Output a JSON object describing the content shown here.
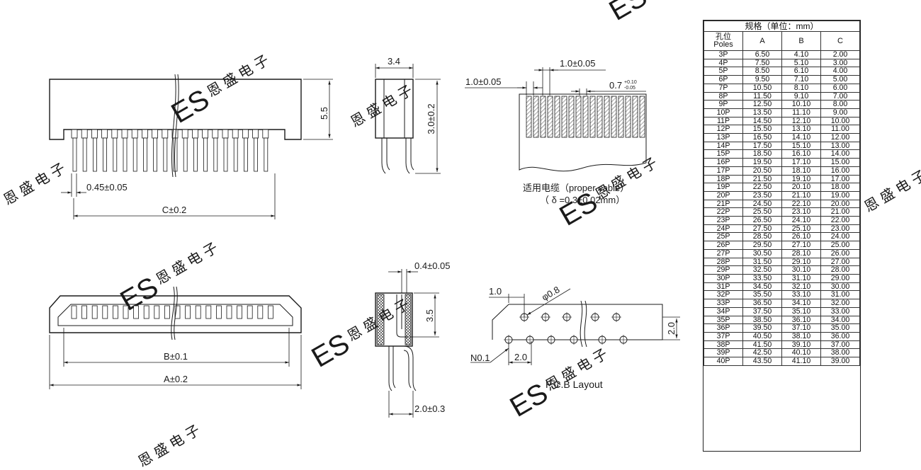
{
  "labels": {
    "dim_55": "5.5",
    "dim_045": "0.45±0.05",
    "dim_c": "C±0.2",
    "dim_34": "3.4",
    "dim_30": "3.0±0.2",
    "dim_10a": "1.0±0.05",
    "dim_10b": "1.0±0.05",
    "dim_07": "0.7",
    "dim_07_sup": "+0.10",
    "dim_07_sub": "-0.05",
    "cable_cn": "适用电缆（proper cable）",
    "cable_delta": "（ δ =0.3±0.02mm）",
    "dim_04": "0.4±0.05",
    "dim_35": "3.5",
    "dim_20_03": "2.0±0.3",
    "dim_b": "B±0.1",
    "dim_a": "A±0.2",
    "pcb_10": "1.0",
    "pcb_phi": "φ0.8",
    "pcb_20v": "2.0",
    "pcb_20h": "2.0",
    "pcb_n01": "N0.1",
    "pcb_title": "P.C.B Layout"
  },
  "watermark": {
    "es": "ES",
    "cn": "恩 盛 电 子"
  },
  "spec_table": {
    "title": "规格（单位：mm）",
    "header_cn": "孔位",
    "header_en": "Poles",
    "columns": [
      "A",
      "B",
      "C"
    ],
    "rows": [
      [
        "3P",
        "6.50",
        "4.10",
        "2.00"
      ],
      [
        "4P",
        "7.50",
        "5.10",
        "3.00"
      ],
      [
        "5P",
        "8.50",
        "6.10",
        "4.00"
      ],
      [
        "6P",
        "9.50",
        "7.10",
        "5.00"
      ],
      [
        "7P",
        "10.50",
        "8.10",
        "6.00"
      ],
      [
        "8P",
        "11.50",
        "9.10",
        "7.00"
      ],
      [
        "9P",
        "12.50",
        "10.10",
        "8.00"
      ],
      [
        "10P",
        "13.50",
        "11.10",
        "9.00"
      ],
      [
        "11P",
        "14.50",
        "12.10",
        "10.00"
      ],
      [
        "12P",
        "15.50",
        "13.10",
        "11.00"
      ],
      [
        "13P",
        "16.50",
        "14.10",
        "12.00"
      ],
      [
        "14P",
        "17.50",
        "15.10",
        "13.00"
      ],
      [
        "15P",
        "18.50",
        "16.10",
        "14.00"
      ],
      [
        "16P",
        "19.50",
        "17.10",
        "15.00"
      ],
      [
        "17P",
        "20.50",
        "18.10",
        "16.00"
      ],
      [
        "18P",
        "21.50",
        "19.10",
        "17.00"
      ],
      [
        "19P",
        "22.50",
        "20.10",
        "18.00"
      ],
      [
        "20P",
        "23.50",
        "21.10",
        "19.00"
      ],
      [
        "21P",
        "24.50",
        "22.10",
        "20.00"
      ],
      [
        "22P",
        "25.50",
        "23.10",
        "21.00"
      ],
      [
        "23P",
        "26.50",
        "24.10",
        "22.00"
      ],
      [
        "24P",
        "27.50",
        "25.10",
        "23.00"
      ],
      [
        "25P",
        "28.50",
        "26.10",
        "24.00"
      ],
      [
        "26P",
        "29.50",
        "27.10",
        "25.00"
      ],
      [
        "27P",
        "30.50",
        "28.10",
        "26.00"
      ],
      [
        "28P",
        "31.50",
        "29.10",
        "27.00"
      ],
      [
        "29P",
        "32.50",
        "30.10",
        "28.00"
      ],
      [
        "30P",
        "33.50",
        "31.10",
        "29.00"
      ],
      [
        "31P",
        "34.50",
        "32.10",
        "30.00"
      ],
      [
        "32P",
        "35.50",
        "33.10",
        "31.00"
      ],
      [
        "33P",
        "36.50",
        "34.10",
        "32.00"
      ],
      [
        "34P",
        "37.50",
        "35.10",
        "33.00"
      ],
      [
        "35P",
        "38.50",
        "36.10",
        "34.00"
      ],
      [
        "36P",
        "39.50",
        "37.10",
        "35.00"
      ],
      [
        "37P",
        "40.50",
        "38.10",
        "36.00"
      ],
      [
        "38P",
        "41.50",
        "39.10",
        "37.00"
      ],
      [
        "39P",
        "42.50",
        "40.10",
        "38.00"
      ],
      [
        "40P",
        "43.50",
        "41.10",
        "39.00"
      ]
    ]
  }
}
